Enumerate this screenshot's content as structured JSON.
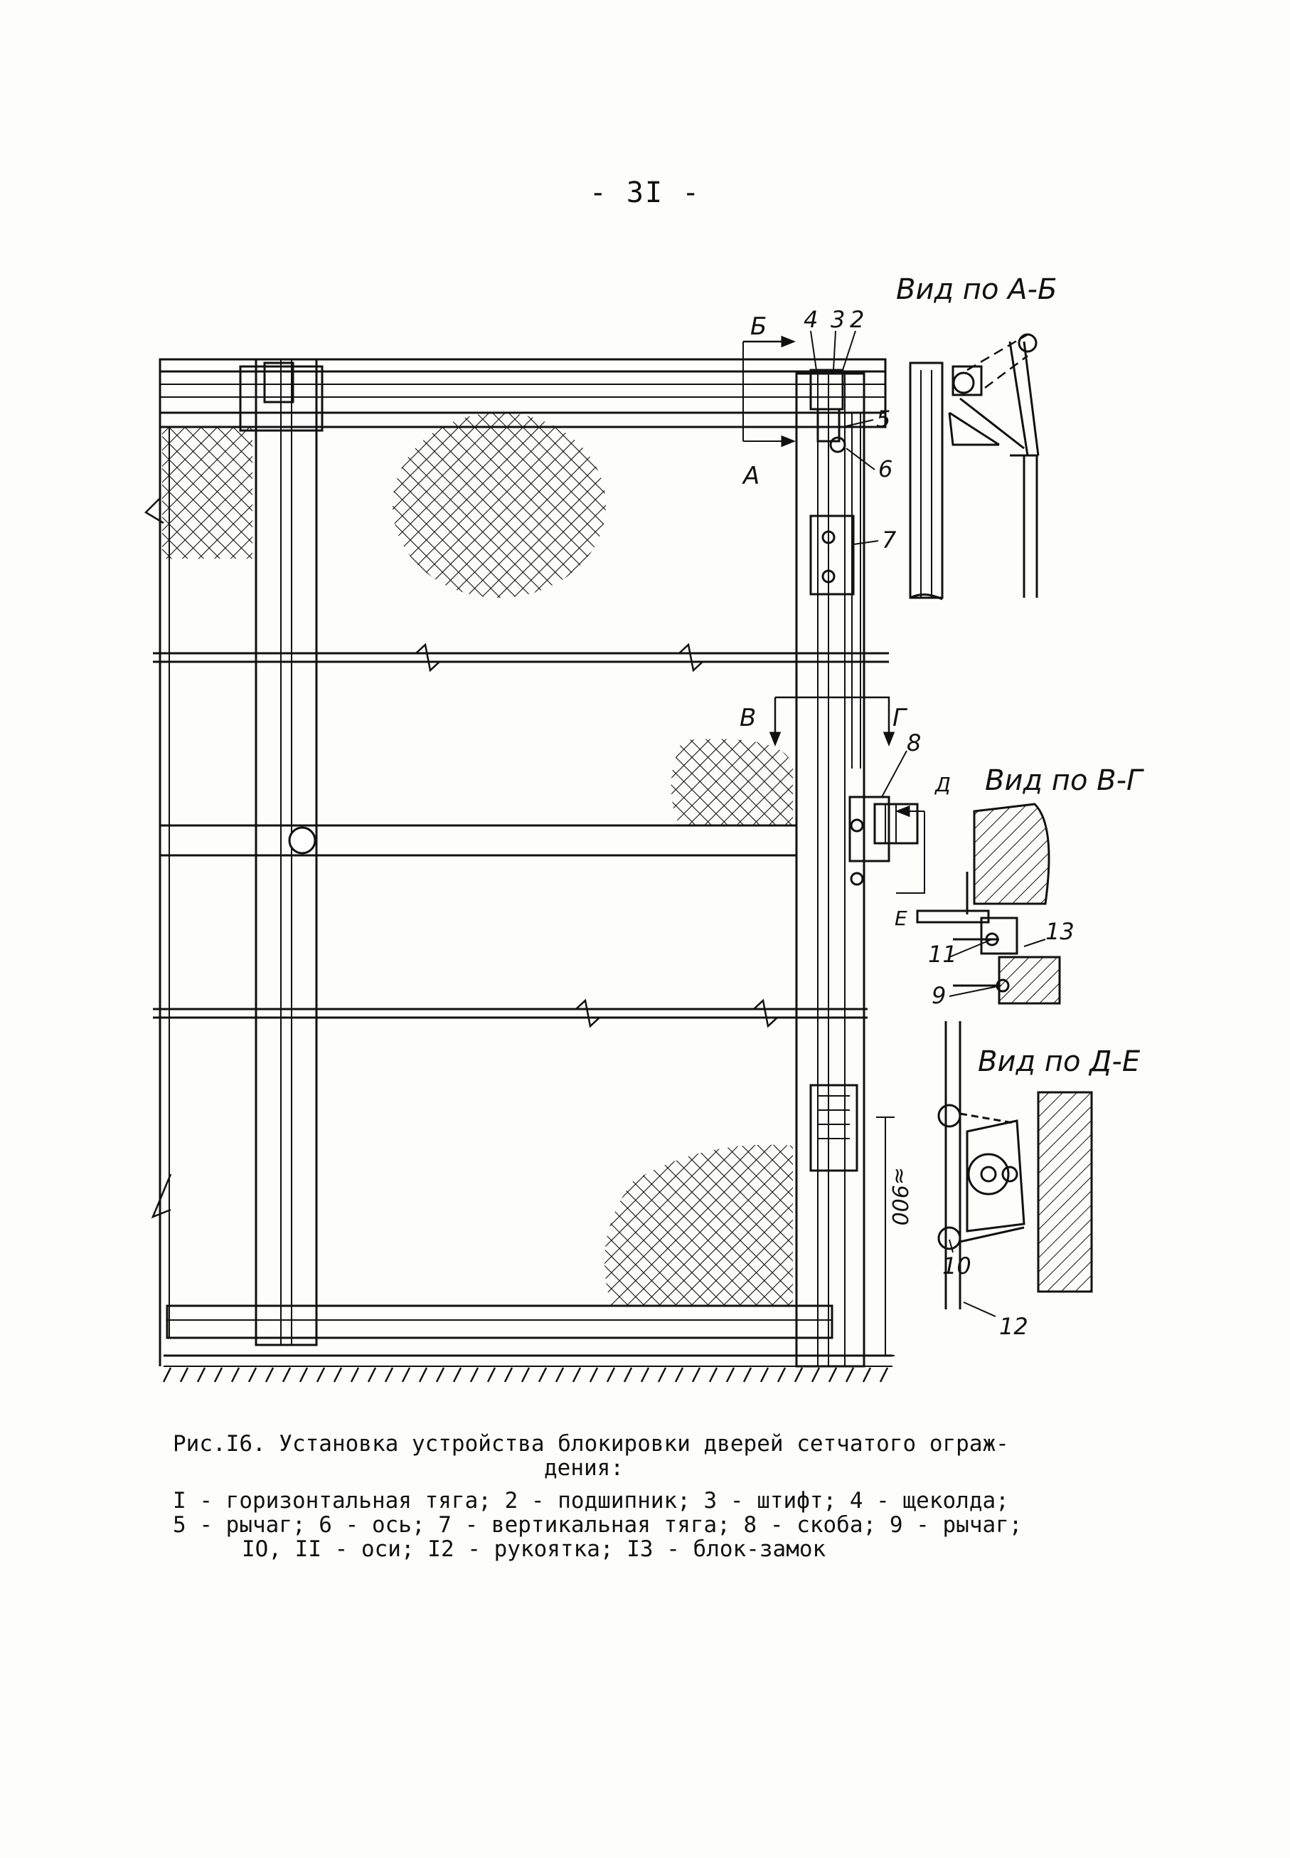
{
  "page_number": "- 3I -",
  "views": {
    "ab": "Вид по А-Б",
    "vg": "Вид по В-Г",
    "de": "Вид по Д-Е"
  },
  "section_letters": {
    "b": "Б",
    "a": "А",
    "v": "В",
    "g": "Г",
    "d": "Д",
    "e": "Е"
  },
  "callouts": {
    "n2": "2",
    "n3": "3",
    "n4": "4",
    "n5": "5",
    "n6": "6",
    "n7": "7",
    "n8": "8",
    "n9": "9",
    "n10": "10",
    "n11": "11",
    "n12": "12",
    "n13": "13"
  },
  "dimension": "≈900",
  "caption": {
    "title_line1": "Рис.I6. Установка устройства блокировки дверей сетчатого ограж-",
    "title_line2": "дения:",
    "legend_line1": "I - горизонтальная тяга; 2 - подшипник; 3 - штифт; 4 - щеколда;",
    "legend_line2": "5 - рычаг; 6 - ось; 7 - вертикальная тяга; 8 - скоба; 9 - рычаг;",
    "legend_line3": "IO, II - оси; I2 - рукоятка; I3 - блок-замок"
  }
}
